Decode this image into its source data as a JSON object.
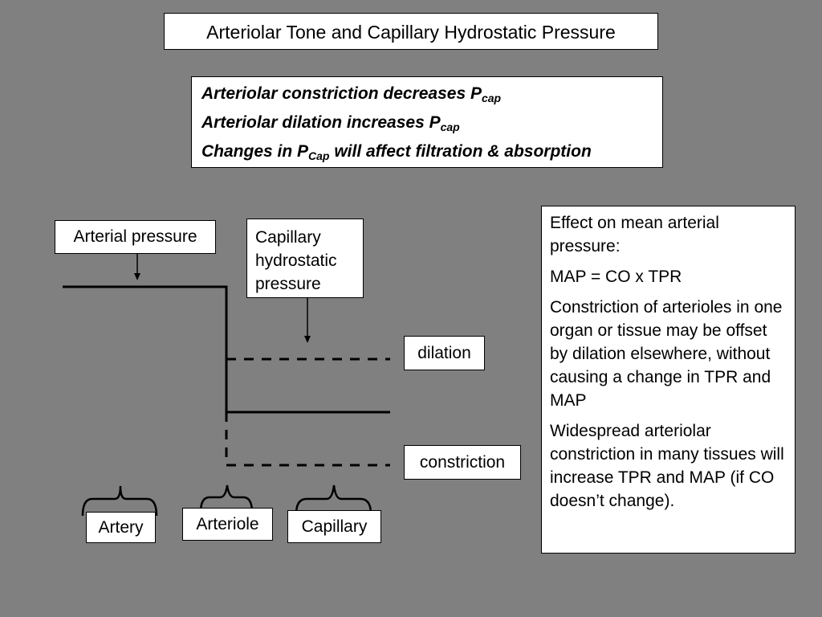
{
  "title": "Arteriolar Tone and Capillary Hydrostatic Pressure",
  "summary": {
    "line1": {
      "text": "Arteriolar constriction decreases P",
      "sub": "cap"
    },
    "line2": {
      "text": "Arteriolar dilation increases P",
      "sub": "cap"
    },
    "line3": {
      "text": "Changes in P",
      "sub": "Cap",
      "rest": " will affect filtration & absorption"
    }
  },
  "diagram": {
    "arterial_pressure_label": "Arterial pressure",
    "capillary_pressure_label": [
      "Capillary",
      "hydrostatic",
      "pressure"
    ],
    "dilation_label": "dilation",
    "constriction_label": "constriction",
    "segments": {
      "artery": "Artery",
      "arteriole": "Arteriole",
      "capillary": "Capillary"
    }
  },
  "side_panel": {
    "heading": "Effect on mean arterial pressure:",
    "formula": "MAP = CO x TPR",
    "paragraph1": "Constriction of arterioles in one organ or tissue may be offset by dilation elsewhere, without causing a change in TPR and MAP",
    "paragraph2": "Widespread arteriolar constriction in many tissues will increase TPR and MAP (if CO doesn’t change)."
  }
}
